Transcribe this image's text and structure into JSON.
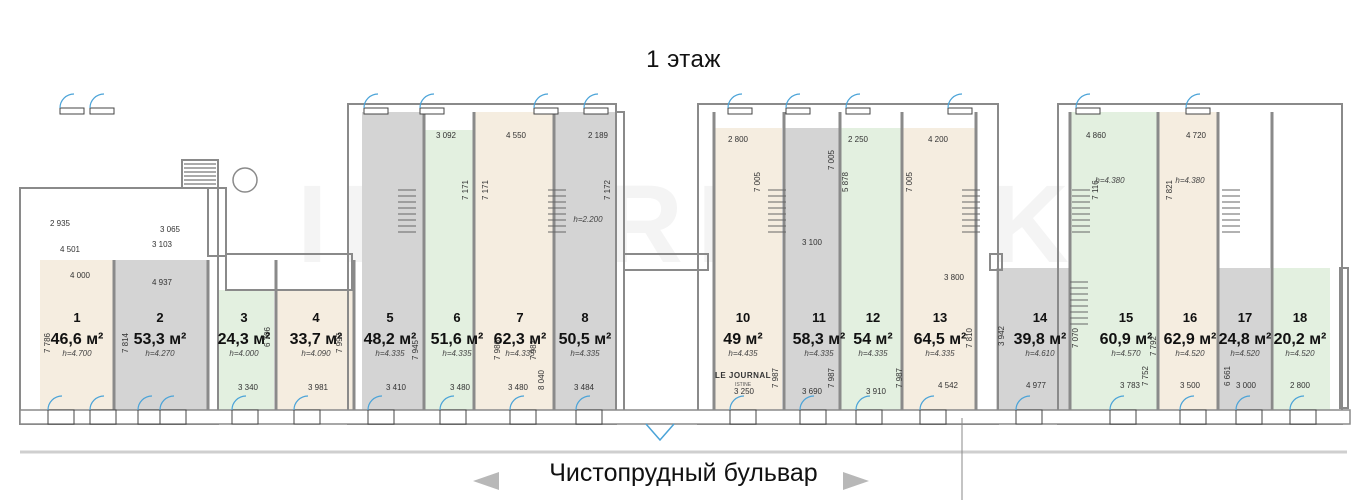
{
  "plan": {
    "title": "1 этаж",
    "street": "Чистопрудный бульвар",
    "watermark": "INTERMARK",
    "logo_text": "LE JOURNAL",
    "logo_subtext": "ISTINE",
    "colors": {
      "green": "#e3f0e0",
      "gray": "#d4d4d4",
      "beige": "#f5ede0",
      "white": "#ffffff",
      "wall": "#8a8a8a"
    },
    "units": [
      {
        "num": "1",
        "area": "46,6",
        "height": "h=4.700",
        "fill": "beige"
      },
      {
        "num": "2",
        "area": "53,3",
        "height": "h=4.270",
        "fill": "gray"
      },
      {
        "num": "3",
        "area": "24,3",
        "height": "h=4.000",
        "fill": "green"
      },
      {
        "num": "4",
        "area": "33,7",
        "height": "h=4.090",
        "fill": "beige"
      },
      {
        "num": "5",
        "area": "48,2",
        "height": "h=4.335",
        "fill": "gray"
      },
      {
        "num": "6",
        "area": "51,6",
        "height": "h=4.335",
        "fill": "green"
      },
      {
        "num": "7",
        "area": "62,3",
        "height": "h=4.335",
        "fill": "beige"
      },
      {
        "num": "8",
        "area": "50,5",
        "height": "h=4.335",
        "fill": "gray"
      },
      {
        "num": "10",
        "area": "49",
        "height": "h=4.435",
        "fill": "beige"
      },
      {
        "num": "11",
        "area": "58,3",
        "height": "h=4.335",
        "fill": "gray"
      },
      {
        "num": "12",
        "area": "54",
        "height": "h=4.335",
        "fill": "green"
      },
      {
        "num": "13",
        "area": "64,5",
        "height": "h=4.335",
        "fill": "beige"
      },
      {
        "num": "14",
        "area": "39,8",
        "height": "h=4.610",
        "fill": "gray"
      },
      {
        "num": "15",
        "area": "60,9",
        "height": "h=4.570",
        "fill": "green"
      },
      {
        "num": "16",
        "area": "62,9",
        "height": "h=4.520",
        "fill": "beige"
      },
      {
        "num": "17",
        "area": "24,8",
        "height": "h=4.520",
        "fill": "gray"
      },
      {
        "num": "18",
        "area": "20,2",
        "height": "h=4.520",
        "fill": "green"
      }
    ],
    "unit_suffix": "м²",
    "extra_heights": [
      "h=2.200",
      "h=4.380",
      "h=4.380"
    ],
    "dimensions_h": [
      "2 935",
      "4 501",
      "4 000",
      "3 103",
      "3 065",
      "4 937",
      "3 092",
      "4 550",
      "2 189",
      "2 800",
      "2 250",
      "4 200",
      "4 860",
      "4 720",
      "3 100",
      "3 800",
      "3 340",
      "3 981",
      "3 410",
      "3 480",
      "3 480",
      "3 484",
      "3 250",
      "3 690",
      "3 910",
      "4 542",
      "4 977",
      "3 783",
      "3 500",
      "3 000",
      "2 800"
    ],
    "dimensions_v": [
      "7 786",
      "7 814",
      "6 706",
      "7 997",
      "7 945",
      "7 171",
      "7 171",
      "7 986",
      "7 172",
      "7 982",
      "8 040",
      "7 005",
      "7 005",
      "5 878",
      "7 005",
      "7 987",
      "7 987",
      "7 987",
      "7 810",
      "3 942",
      "7 070",
      "7 116",
      "7 821",
      "7 752",
      "7 792",
      "6 661"
    ]
  }
}
